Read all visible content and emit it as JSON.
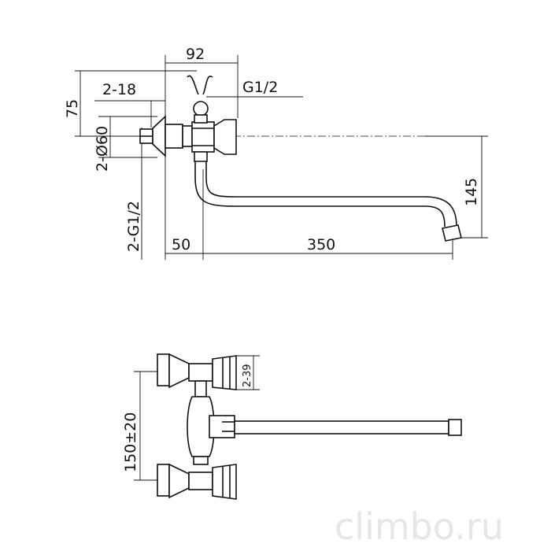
{
  "top_view": {
    "dim_width": "92",
    "dim_eccentric_height": "75",
    "dim_eccentric_count": "2-18",
    "dim_thread_top": "G1/2",
    "dim_flange_diameter": "2-Ø60",
    "dim_inlet_thread": "2-G1/2",
    "dim_offset": "50",
    "dim_spout_length": "350",
    "dim_spout_height": "145"
  },
  "side_view": {
    "dim_handle": "2-39",
    "dim_center_distance": "150±20"
  },
  "watermark": "climbo.ru"
}
